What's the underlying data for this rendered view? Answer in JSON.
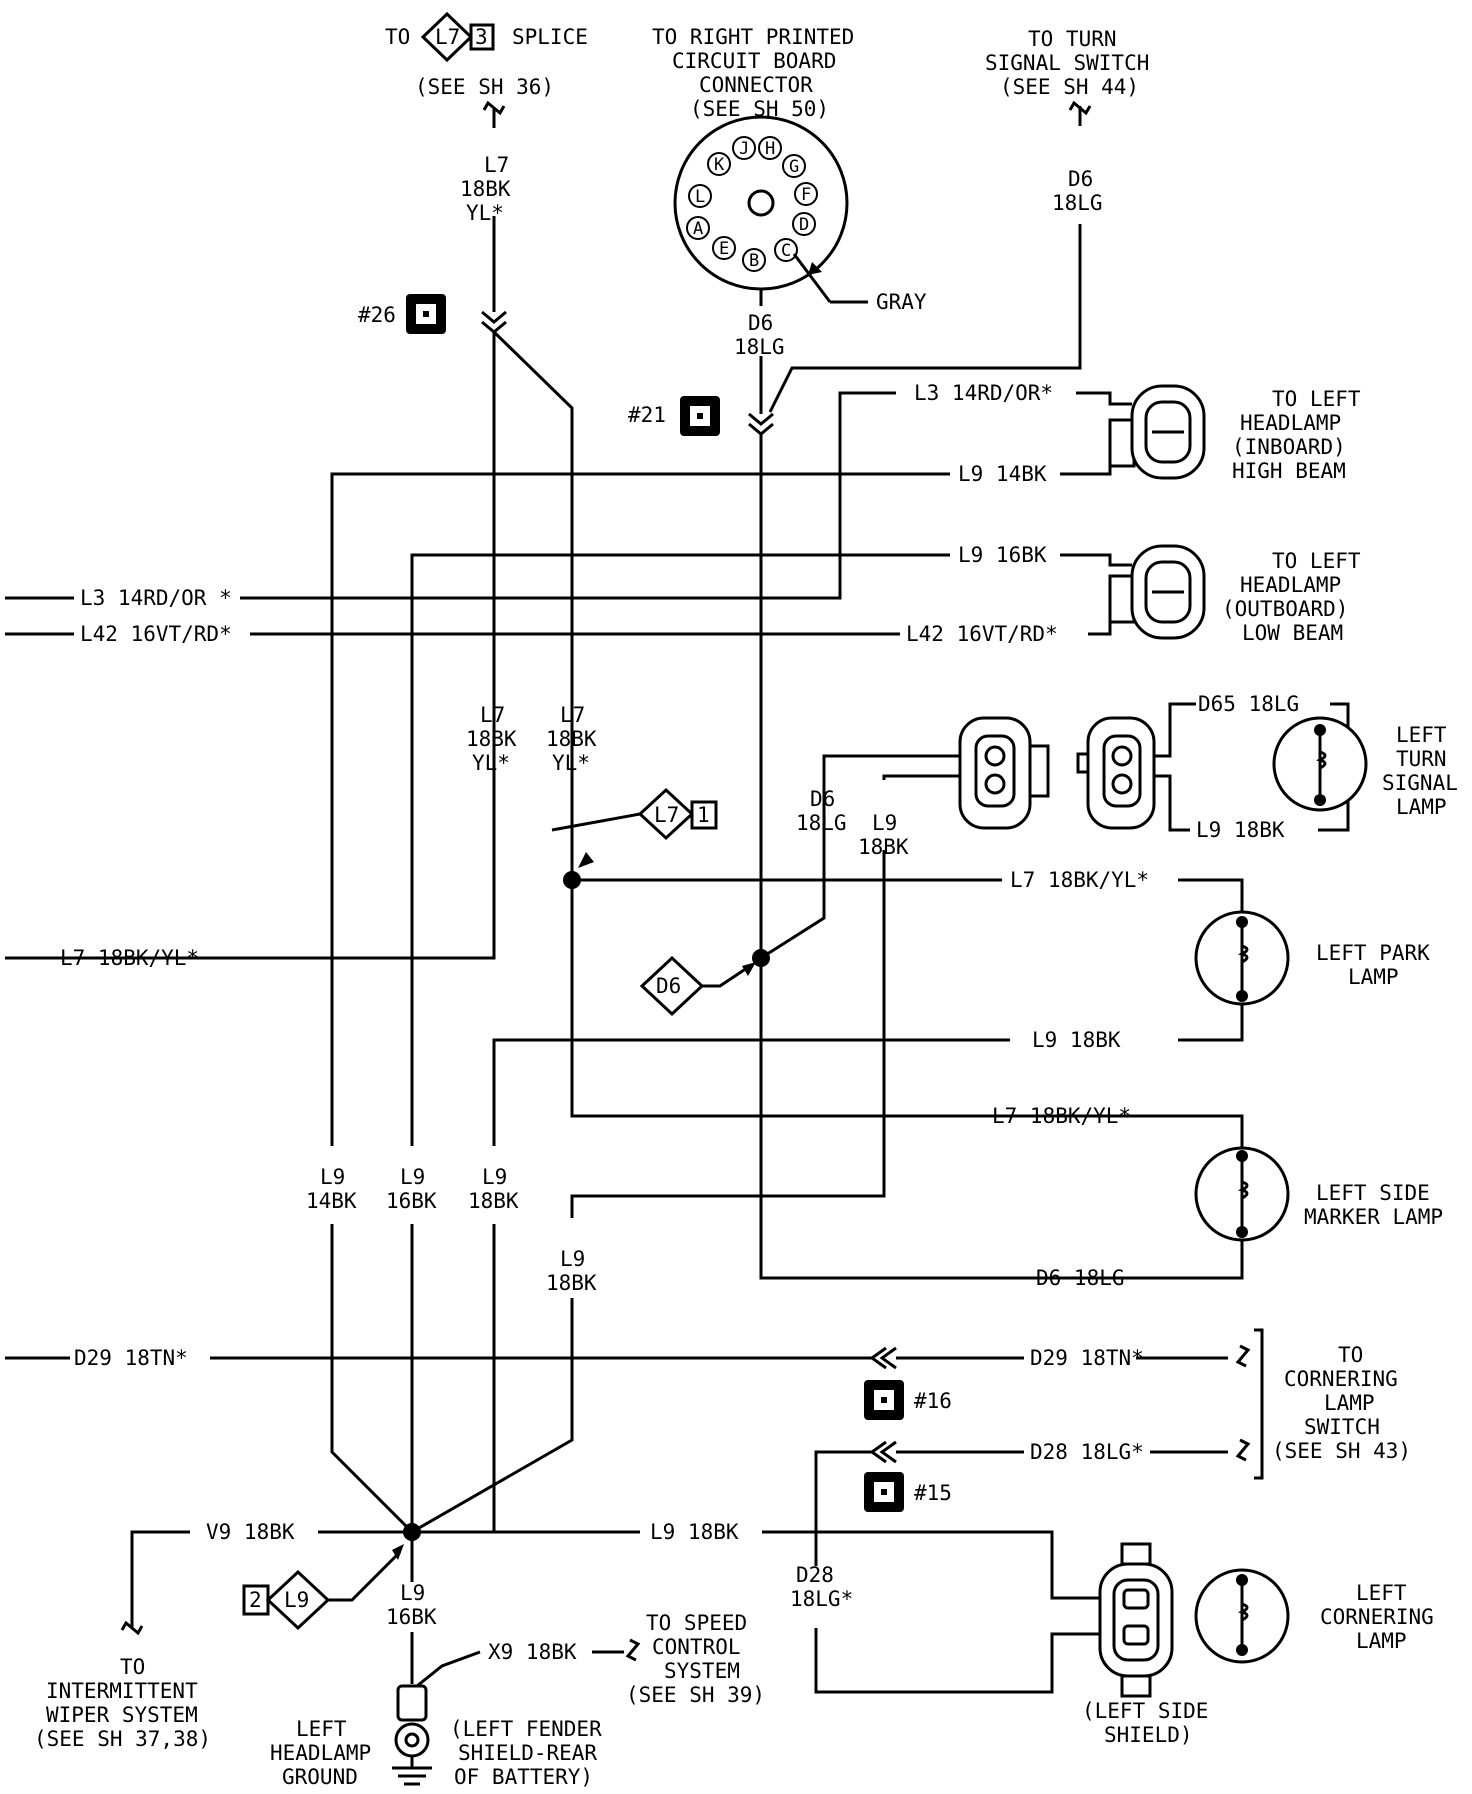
{
  "top": {
    "splice": {
      "to": "TO",
      "splice_id": "L7",
      "splice_num": "3",
      "word": "SPLICE",
      "see": "(SEE SH 36)"
    },
    "pcb": {
      "line1": "TO RIGHT PRINTED",
      "line2": "CIRCUIT BOARD",
      "line3": "CONNECTOR",
      "line4": "(SEE SH 50)",
      "pins": [
        "K",
        "J",
        "H",
        "L",
        "G",
        "F",
        "A",
        "E",
        "B",
        "C",
        "D"
      ],
      "color": "GRAY"
    },
    "turn_switch": {
      "line1": "TO TURN",
      "line2": "SIGNAL SWITCH",
      "line3": "(SEE SH 44)"
    }
  },
  "connectors": {
    "c26": "#26",
    "c21": "#21",
    "c16": "#16",
    "c15": "#15"
  },
  "wires": {
    "l7_top": [
      "L7",
      "18BK",
      "YL*"
    ],
    "d6_top": [
      "D6",
      "18LG"
    ],
    "d6_mid": [
      "D6",
      "18LG"
    ],
    "l3_right": "L3 14RD/OR*",
    "l9_14_right": "L9 14BK",
    "l9_16_right": "L9 16BK",
    "l3_left": "L3 14RD/OR *",
    "l42_left": "L42 16VT/RD*",
    "l42_right": "L42 16VT/RD*",
    "l7_a": [
      "L7",
      "18BK",
      "YL*"
    ],
    "l7_b": [
      "L7",
      "18BK",
      "YL*"
    ],
    "d65": "D65 18LG",
    "l9_turn": "L9 18BK",
    "d6_branch": [
      "D6",
      "18LG"
    ],
    "l9_branch": [
      "L9",
      "18BK"
    ],
    "splice_l7_id": "L7",
    "splice_l7_num": "1",
    "l7_park": "L7 18BK/YL*",
    "l7_left": "L7 18BK/YL*",
    "d6_splice": "D6",
    "l9_park": "L9 18BK",
    "l7_side": "L7 18BK/YL*",
    "col1": [
      "L9",
      "14BK"
    ],
    "col2": [
      "L9",
      "16BK"
    ],
    "col3": [
      "L9",
      "18BK"
    ],
    "col4": [
      "L9",
      "18BK"
    ],
    "d6_side": "D6 18LG",
    "d29_left": "D29 18TN*",
    "d29_right": "D29 18TN*",
    "d28_right": "D28 18LG*",
    "v9": "V9 18BK",
    "l9_corner": "L9 18BK",
    "d28_vert": [
      "D28",
      "18LG*"
    ],
    "l9_ground": [
      "L9",
      "16BK"
    ],
    "x9": "X9 18BK",
    "splice_l9_id": "L9",
    "splice_l9_num": "2"
  },
  "components": {
    "high_beam": [
      "TO LEFT",
      "HEADLAMP",
      "(INBOARD)",
      "HIGH BEAM"
    ],
    "low_beam": [
      "TO LEFT",
      "HEADLAMP",
      "(OUTBOARD)",
      "LOW BEAM"
    ],
    "turn_lamp": [
      "LEFT",
      "TURN",
      "SIGNAL",
      "LAMP"
    ],
    "park_lamp": [
      "LEFT PARK",
      "LAMP"
    ],
    "side_marker": [
      "LEFT SIDE",
      "MARKER LAMP"
    ],
    "cornering_switch": [
      "TO",
      "CORNERING",
      "LAMP",
      "SWITCH",
      "(SEE SH 43)"
    ],
    "cornering_lamp": [
      "LEFT",
      "CORNERING",
      "LAMP"
    ],
    "side_shield": [
      "(LEFT SIDE",
      "SHIELD)"
    ],
    "speed_control": [
      "TO SPEED",
      "CONTROL",
      "SYSTEM",
      "(SEE SH 39)"
    ],
    "wiper": [
      "TO",
      "INTERMITTENT",
      "WIPER SYSTEM",
      "(SEE SH 37,38)"
    ],
    "ground": [
      "LEFT",
      "HEADLAMP",
      "GROUND"
    ],
    "fender": [
      "(LEFT FENDER",
      "SHIELD-REAR",
      "OF BATTERY)"
    ]
  }
}
